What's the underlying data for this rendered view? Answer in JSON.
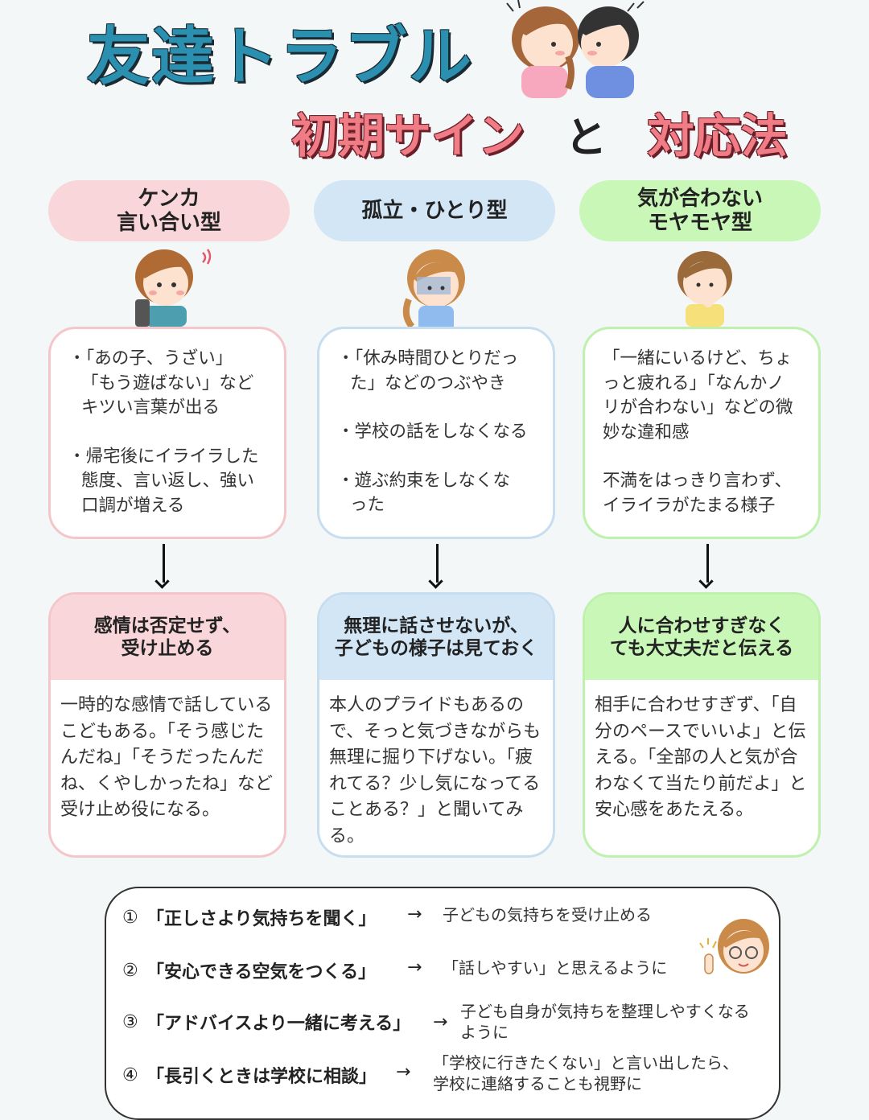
{
  "title": {
    "main": "友達トラブル",
    "sub1": "初期サイン",
    "sub_and": "と",
    "sub2": "対応法"
  },
  "colors": {
    "title_blue": "#2b8fb0",
    "pink": "#f9d6da",
    "blue": "#d3e6f6",
    "green": "#c9f7b8"
  },
  "columns": [
    {
      "label": "ケンカ\n言い合い型",
      "signs": [
        "・「あの子、うざい」\n 「もう遊ばない」など\n キツい言葉が出る",
        "・帰宅後にイライラした\n 態度、言い返し、強い\n 口調が増える"
      ],
      "response_title": "感情は否定せず、\n受け止める",
      "response_body": "一時的な感情で話しているこどもある。「そう感じたんだね」「そうだったんだね、くやしかったね」など受け止め役になる。"
    },
    {
      "label": "孤立・ひとり型",
      "signs": [
        "・「休み時間ひとりだった」などのつぶやき",
        "・学校の話をしなくなる",
        "・遊ぶ約束をしなくなった"
      ],
      "response_title": "無理に話させないが、\n子どもの様子は見ておく",
      "response_body": "本人のプライドもあるので、そっと気づきながらも無理に掘り下げない。「疲れてる？少し気になってることある？」と聞いてみる。"
    },
    {
      "label": "気が合わない\nモヤモヤ型",
      "signs": [
        "「一緒にいるけど、ちょっと疲れる」「なんかノリが合わない」などの微妙な違和感",
        "不満をはっきり言わず、イライラがたまる様子"
      ],
      "response_title": "人に合わせすぎなく\nても大丈夫だと伝える",
      "response_body": "相手に合わせすぎず、「自分のペースでいいよ」と伝える。「全部の人と気が合わなくて当たり前だよ」と安心感をあたえる。"
    }
  ],
  "tips": [
    {
      "num": "①",
      "label": "「正しさより気持ちを聞く」",
      "arrow": "→",
      "desc": "子どもの気持ちを受け止める"
    },
    {
      "num": "②",
      "label": "「安心できる空気をつくる」",
      "arrow": "→",
      "desc": "「話しやすい」と思えるように"
    },
    {
      "num": "③",
      "label": "「アドバイスより一緒に考える」",
      "arrow": "→",
      "desc": "子ども自身が気持ちを整理しやすくなるように"
    },
    {
      "num": "④",
      "label": "「長引くときは学校に相談」",
      "arrow": "→",
      "desc": "「学校に行きたくない」と言い出したら、学校に連絡することも視野に"
    }
  ]
}
